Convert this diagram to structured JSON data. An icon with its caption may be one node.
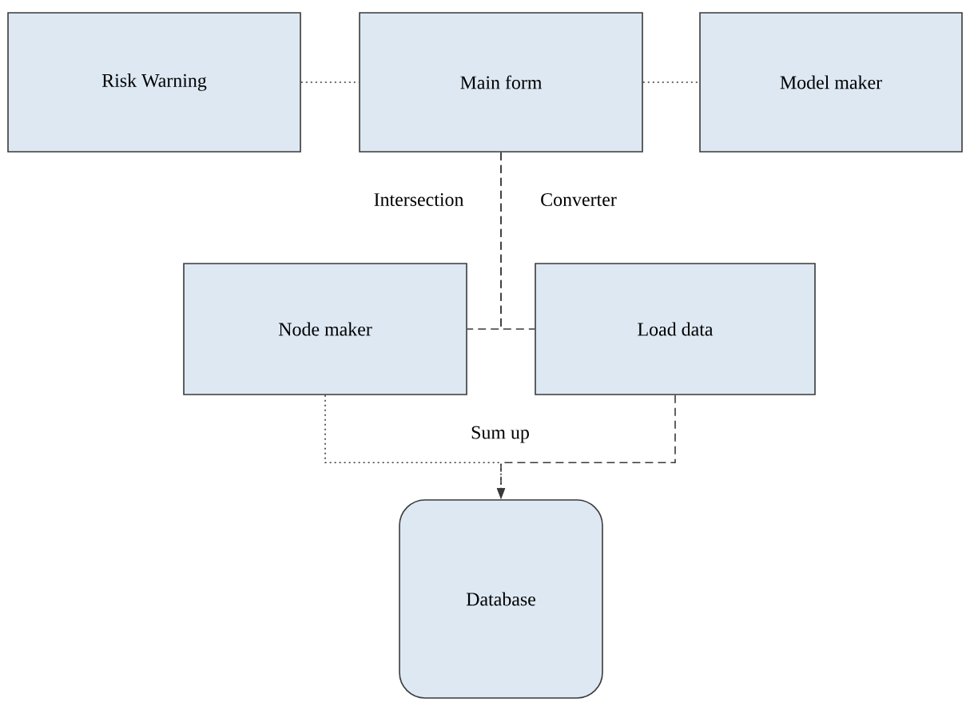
{
  "diagram": {
    "nodes": [
      {
        "text": [
          "Risk Warning"
        ]
      },
      {
        "text": [
          "Main form"
        ]
      },
      {
        "text": [
          "Model maker"
        ]
      },
      {
        "text": [
          "Node maker"
        ]
      },
      {
        "text": [
          "Load data"
        ]
      },
      {
        "text": [
          "Database"
        ]
      }
    ],
    "edges": [
      {
        "from": 0,
        "to": 1,
        "arrow": "none"
      },
      {
        "from": 1,
        "to": 2,
        "arrow": "none"
      },
      {
        "from": 1,
        "to": 3,
        "arrow": "none",
        "style": "dashed",
        "label": "Intersection"
      },
      {
        "from": 1,
        "to": 4,
        "arrow": "none",
        "style": "dashed",
        "label": "Converter"
      },
      {
        "from": 3,
        "to": 5,
        "arrow": "to",
        "label": "Sum up"
      },
      {
        "from": 4,
        "to": 5,
        "arrow": "to",
        "style": "dashed"
      }
    ]
  }
}
